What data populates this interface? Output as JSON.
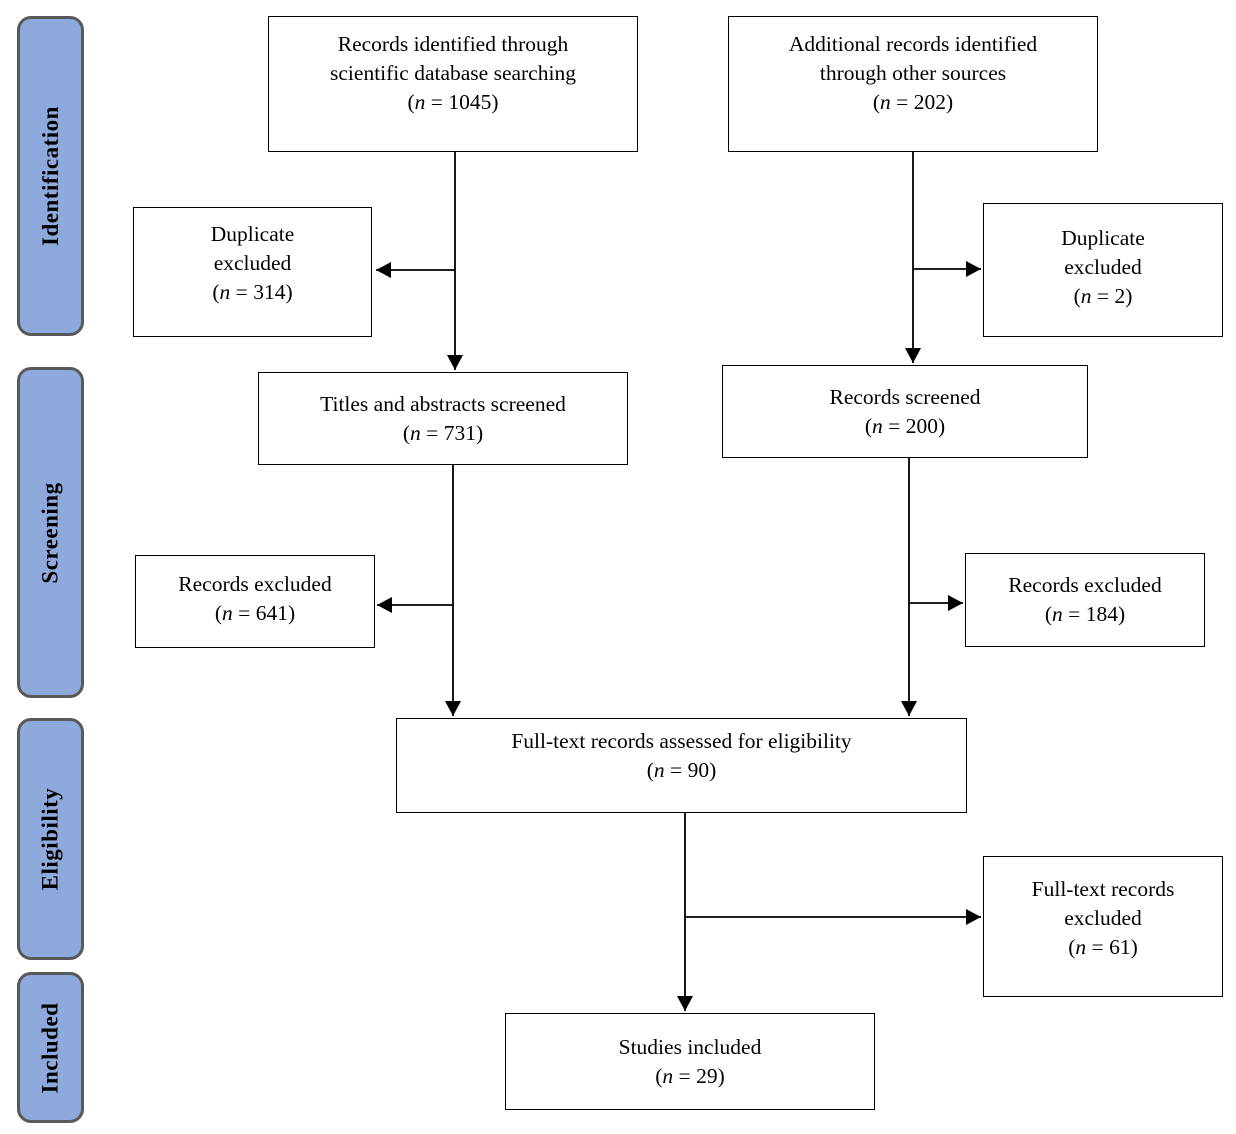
{
  "stages": [
    {
      "label": "Identification"
    },
    {
      "label": "Screening"
    },
    {
      "label": "Eligibility"
    },
    {
      "label": "Included"
    }
  ],
  "symbols": {
    "paren_open": "(",
    "n": "n",
    "equals": " = ",
    "paren_close": ")"
  },
  "boxes": {
    "db_records": {
      "lines": [
        "Records identified through",
        "scientific database searching"
      ],
      "n": "1045"
    },
    "other_records": {
      "lines": [
        "Additional records identified",
        "through other sources"
      ],
      "n": "202"
    },
    "dup_excluded_left": {
      "lines": [
        "Duplicate",
        "excluded"
      ],
      "n": "314"
    },
    "dup_excluded_right": {
      "lines": [
        "Duplicate",
        "excluded"
      ],
      "n": "2"
    },
    "titles_screened": {
      "lines": [
        "Titles and abstracts screened"
      ],
      "n": "731"
    },
    "records_screened": {
      "lines": [
        "Records screened"
      ],
      "n": "200"
    },
    "records_excluded_left": {
      "lines": [
        "Records excluded"
      ],
      "n": "641"
    },
    "records_excluded_right": {
      "lines": [
        "Records excluded"
      ],
      "n": "184"
    },
    "fulltext_assessed": {
      "lines": [
        "Full-text records assessed for eligibility"
      ],
      "n": "90"
    },
    "fulltext_excluded": {
      "lines": [
        "Full-text records",
        "excluded"
      ],
      "n": "61"
    },
    "studies_included": {
      "lines": [
        "Studies included"
      ],
      "n": "29"
    }
  },
  "colors": {
    "stage_fill": "#8EA9DB",
    "stage_border": "#595959",
    "box_border": "#000000",
    "arrow": "#000000",
    "background": "#FFFFFF"
  }
}
